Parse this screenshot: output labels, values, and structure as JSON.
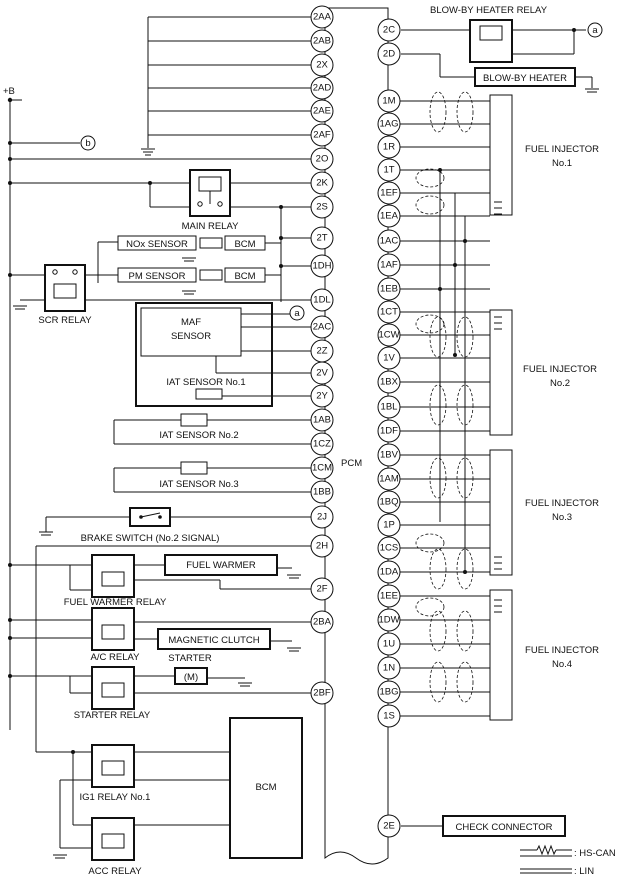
{
  "pcm": {
    "label": "PCM"
  },
  "pins_left": [
    "2AA",
    "2AB",
    "2X",
    "2AD",
    "2AE",
    "2AF",
    "2O",
    "2K",
    "2S",
    "2T",
    "1DH",
    "1DL",
    "2AC",
    "2Z",
    "2V",
    "2Y",
    "1AB",
    "1CZ",
    "1CM",
    "1BB",
    "2J",
    "2H",
    "2F",
    "2BA",
    "2BF"
  ],
  "pins_right": [
    "2C",
    "2D",
    "1M",
    "1AG",
    "1R",
    "1T",
    "1EF",
    "1EA",
    "1AC",
    "1AF",
    "1EB",
    "1CT",
    "1CW",
    "1V",
    "1BX",
    "1BL",
    "1DF",
    "1BV",
    "1AM",
    "1BQ",
    "1P",
    "1CS",
    "1DA",
    "1EE",
    "1DW",
    "1U",
    "1N",
    "1BG",
    "1S",
    "2E"
  ],
  "labels": {
    "plus_b": "+B",
    "blow_by_heater_relay": "BLOW-BY HEATER RELAY",
    "blow_by_heater": "BLOW-BY HEATER",
    "connector_a": "a",
    "connector_b": "b",
    "main_relay": "MAIN RELAY",
    "nox_sensor": "NOx SENSOR",
    "pm_sensor": "PM SENSOR",
    "bcm": "BCM",
    "scr_relay": "SCR RELAY",
    "maf_sensor_line1": "MAF",
    "maf_sensor_line2": "SENSOR",
    "iat_sensor_1": "IAT SENSOR No.1",
    "iat_sensor_2": "IAT SENSOR No.2",
    "iat_sensor_3": "IAT SENSOR No.3",
    "brake_switch": "BRAKE SWITCH (No.2 SIGNAL)",
    "fuel_warmer": "FUEL WARMER",
    "fuel_warmer_relay": "FUEL WARMER RELAY",
    "magnetic_clutch": "MAGNETIC CLUTCH",
    "ac_relay": "A/C RELAY",
    "starter": "STARTER",
    "starter_relay": "STARTER RELAY",
    "ig1_relay": "IG1 RELAY No.1",
    "acc_relay": "ACC RELAY",
    "check_connector": "CHECK CONNECTOR",
    "fuel_injector": "FUEL INJECTOR",
    "inj_no1": "No.1",
    "inj_no2": "No.2",
    "inj_no3": "No.3",
    "inj_no4": "No.4",
    "legend_hscan": ": HS-CAN",
    "legend_lin": ": LIN"
  }
}
